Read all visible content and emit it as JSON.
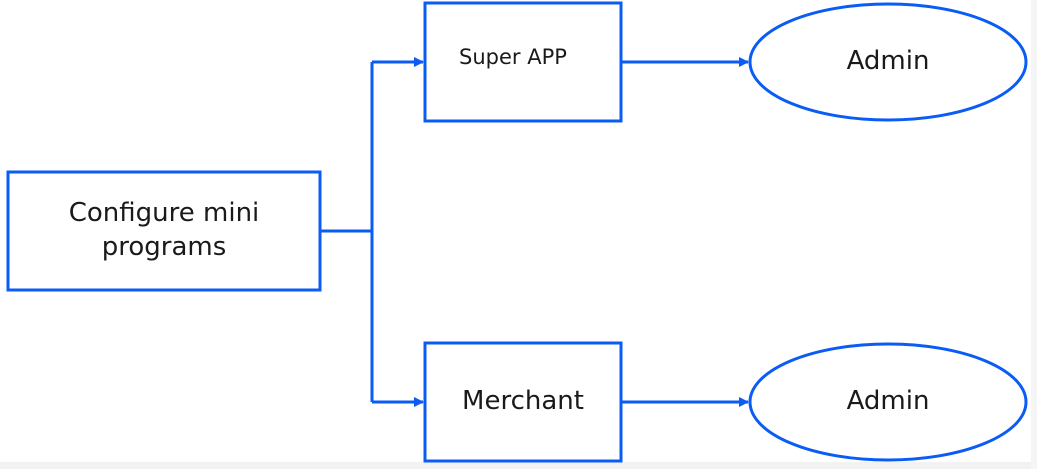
{
  "diagram": {
    "stroke_color": "#0a5cf5",
    "text_color": "#1a1a1a",
    "nodes": {
      "configure": {
        "label": "Configure mini\nprograms",
        "shape": "rectangle"
      },
      "super_app": {
        "label": "Super APP",
        "shape": "rectangle"
      },
      "merchant": {
        "label": "Merchant",
        "shape": "rectangle"
      },
      "admin_top": {
        "label": "Admin",
        "shape": "ellipse"
      },
      "admin_bottom": {
        "label": "Admin",
        "shape": "ellipse"
      }
    },
    "edges": [
      {
        "from": "configure",
        "to": "super_app"
      },
      {
        "from": "configure",
        "to": "merchant"
      },
      {
        "from": "super_app",
        "to": "admin_top"
      },
      {
        "from": "merchant",
        "to": "admin_bottom"
      }
    ]
  }
}
